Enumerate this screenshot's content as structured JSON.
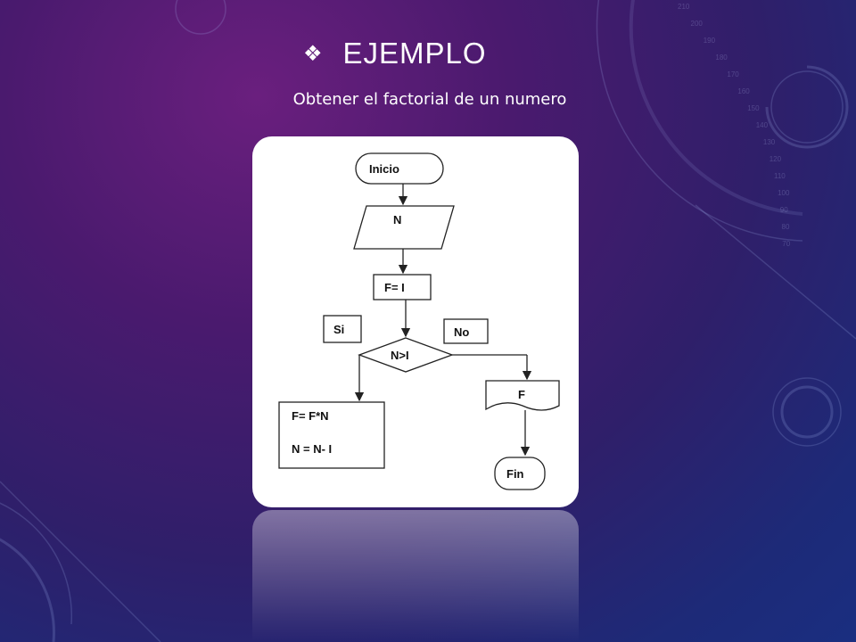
{
  "slide": {
    "title": "EJEMPLO",
    "bullet_icon": "diamond-bullet-icon",
    "subtitle": "Obtener el factorial de un numero"
  },
  "flowchart": {
    "start": "Inicio",
    "input": "N",
    "init": "F= I",
    "decision": "N>I",
    "yes_label": "Si",
    "no_label": "No",
    "process_line1": "F= F*N",
    "process_line2": "N = N- I",
    "output": "F",
    "end": "Fin"
  },
  "background_dial": [
    "210",
    "200",
    "190",
    "180",
    "170",
    "160",
    "150",
    "140",
    "130",
    "120",
    "110",
    "100",
    "90",
    "80",
    "70"
  ],
  "colors": {
    "background_top": "#6a1f7e",
    "background_bottom": "#1a2e80",
    "card": "#ffffff",
    "title_text": "#ffffff"
  }
}
